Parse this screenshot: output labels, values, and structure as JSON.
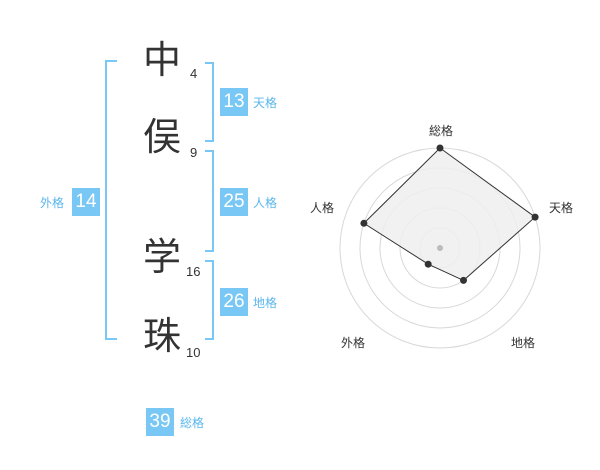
{
  "name_chars": [
    {
      "char": "中",
      "strokes": "4"
    },
    {
      "char": "俣",
      "strokes": "9"
    },
    {
      "char": "学",
      "strokes": "16"
    },
    {
      "char": "珠",
      "strokes": "10"
    }
  ],
  "fortunes": {
    "tenkaku": {
      "value": "13",
      "label": "天格"
    },
    "jinkaku": {
      "value": "25",
      "label": "人格"
    },
    "chikaku": {
      "value": "26",
      "label": "地格"
    },
    "gaikaku": {
      "value": "14",
      "label": "外格"
    },
    "soukaku": {
      "value": "39",
      "label": "総格"
    }
  },
  "colors": {
    "accent": "#79c7f4",
    "accent_text": "#5ab6ee",
    "text": "#333333"
  },
  "chart_data": {
    "type": "radar",
    "axes": [
      "総格",
      "天格",
      "地格",
      "外格",
      "人格"
    ],
    "values": [
      5,
      5,
      2,
      1,
      4
    ],
    "max": 5,
    "rings": 5
  }
}
